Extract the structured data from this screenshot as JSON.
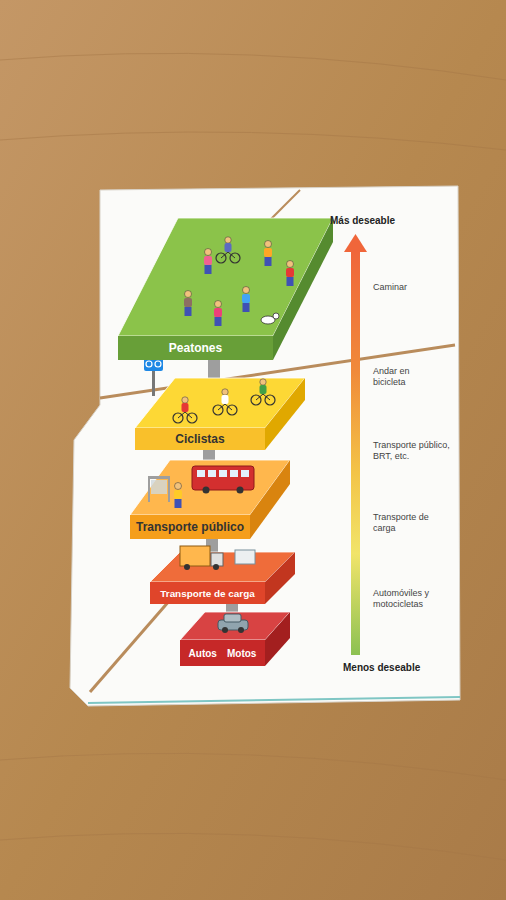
{
  "diagram": {
    "nodes": [
      {
        "text": [
          "Peatones"
        ]
      },
      {
        "text": [
          "Ciclistas"
        ]
      },
      {
        "text": [
          "Transporte público"
        ]
      },
      {
        "text": [
          "Transporte de carga"
        ]
      },
      {
        "text": [
          "Autos",
          "Motos"
        ]
      }
    ],
    "labels": [
      "Más deseable",
      "Caminar",
      "Andar en bicicleta",
      "Transporte público, BRT, etc.",
      "Transporte de carga",
      "Automóviles y motocicletas",
      "Menos deseable"
    ]
  }
}
